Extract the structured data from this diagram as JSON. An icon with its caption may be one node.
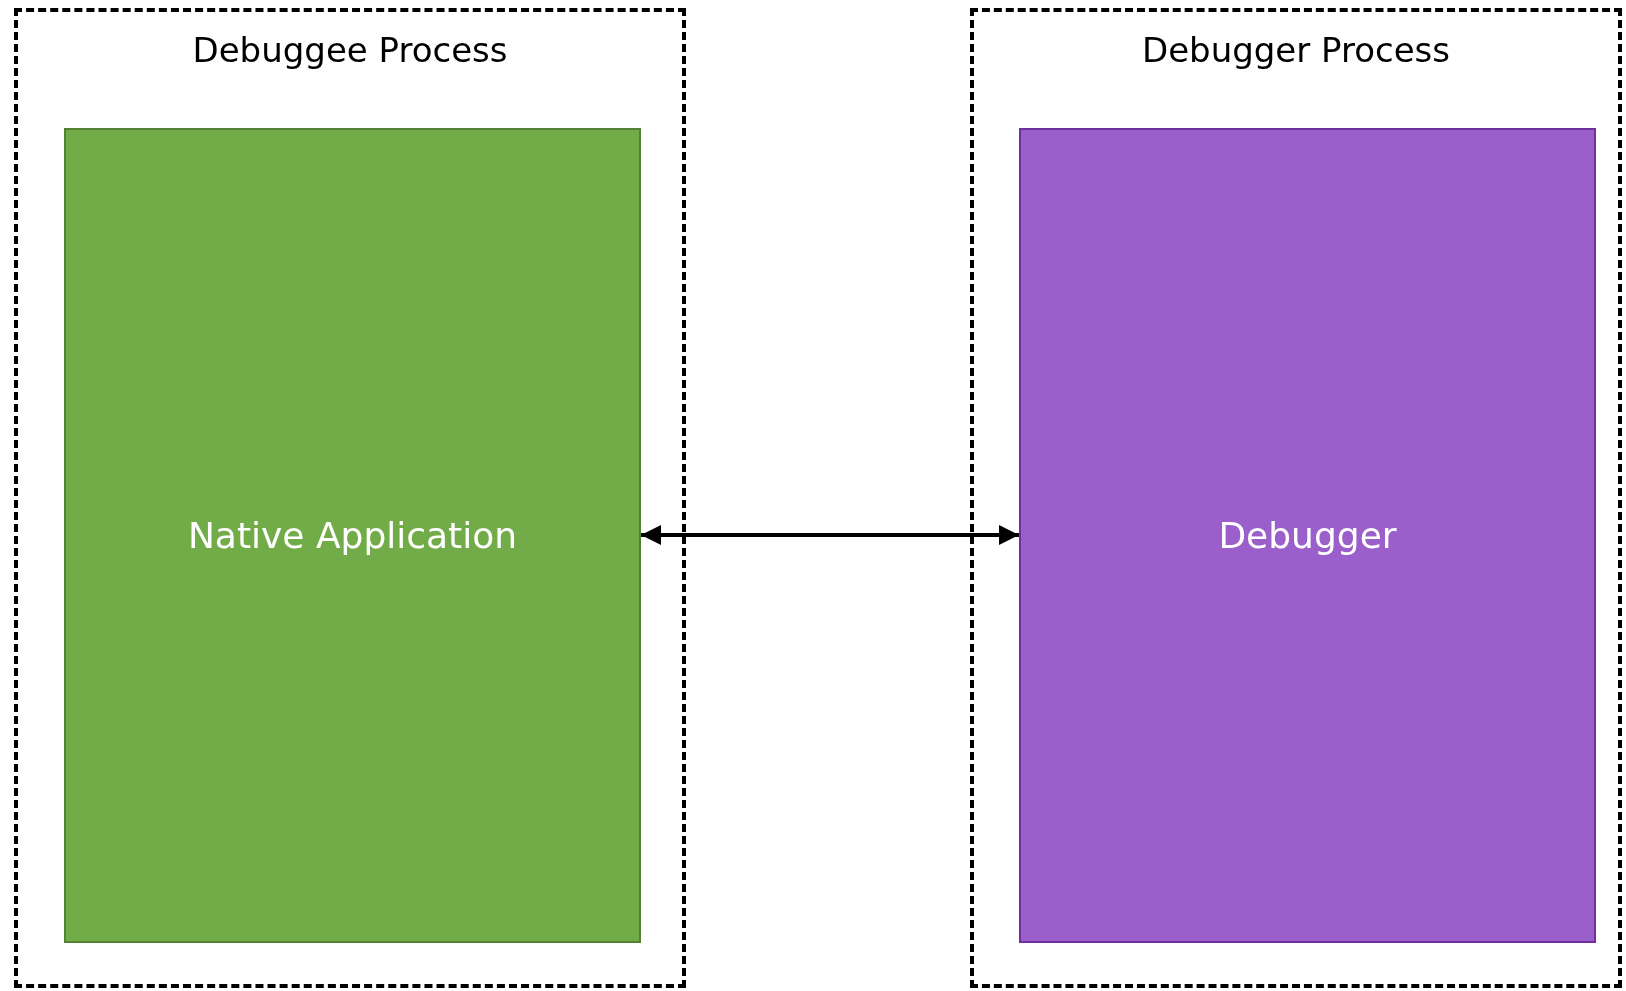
{
  "diagram": {
    "nodes": [
      {
        "text": [
          "Debuggee Process"
        ]
      },
      {
        "text": [
          "Native Application"
        ],
        "in": 0
      },
      {
        "text": [
          "Debugger Process"
        ]
      },
      {
        "text": [
          "Debugger"
        ],
        "in": 2
      }
    ],
    "edges": [
      {
        "from": 1,
        "to": 3,
        "arrow": "both"
      }
    ]
  }
}
